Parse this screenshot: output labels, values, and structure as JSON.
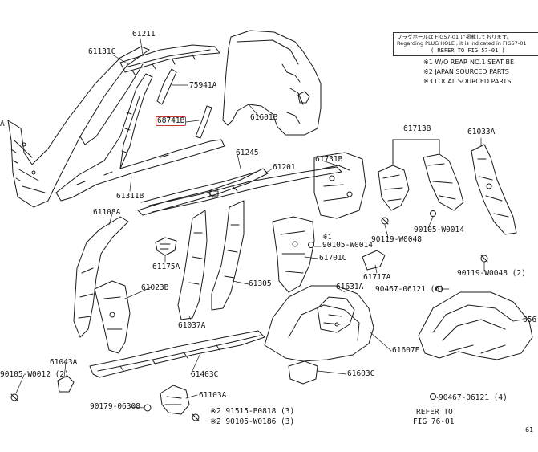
{
  "labels": {
    "p61211": "61211",
    "p61131C": "61131C",
    "p75941A": "75941A",
    "p68741B": "68741B",
    "p61601B": "61601B",
    "p61245": "61245",
    "p61201": "61201",
    "p61311B": "61311B",
    "p61713B": "61713B",
    "p61033A": "61033A",
    "p61731B": "61731B",
    "p61108A": "61108A",
    "p61175A": "61175A",
    "p61023B": "61023B",
    "p61305": "61305",
    "p61037A": "61037A",
    "p90105W0014a": "90105-W0014",
    "p90105W0014b": "90105-W0014",
    "p90119W0048a": "90119-W0048",
    "p90119W0048b": "90119-W0048 (2)",
    "p61701C": "61701C",
    "p61717A": "61717A",
    "p61631A": "61631A",
    "p90467a": "90467-06121 (6)",
    "p90467b": "90467-06121 (4)",
    "p656": "656",
    "p61607E": "61607E",
    "p61603C": "61603C",
    "p61043A": "61043A",
    "p61403C": "61403C",
    "p90105W0012": "90105-W0012 (2)",
    "p61103A": "61103A",
    "p90179": "90179-06308",
    "p91515": "※2 91515-B0818 (3)",
    "p90105W0186": "※2 90105-W0186 (3)",
    "mark1": "※1",
    "refer76": "REFER TO",
    "refer76b": "FIG 76-01",
    "edgeA": "A"
  },
  "note": {
    "line1": "プラグホールは FIG57-01 に掲載しております。",
    "line2": "Regarding PLUG HOLE , it is indicated in FIG57-01",
    "line3": "( REFER TO FIG 57-01 )"
  },
  "legend": {
    "l1": "※1 W/O REAR NO.1 SEAT BE",
    "l2": "※2 JAPAN SOURCED PARTS",
    "l3": "※3 LOCAL SOURCED PARTS"
  },
  "page_number": "61",
  "colors": {
    "highlight_border": "#c0392b",
    "ink": "#111111"
  }
}
